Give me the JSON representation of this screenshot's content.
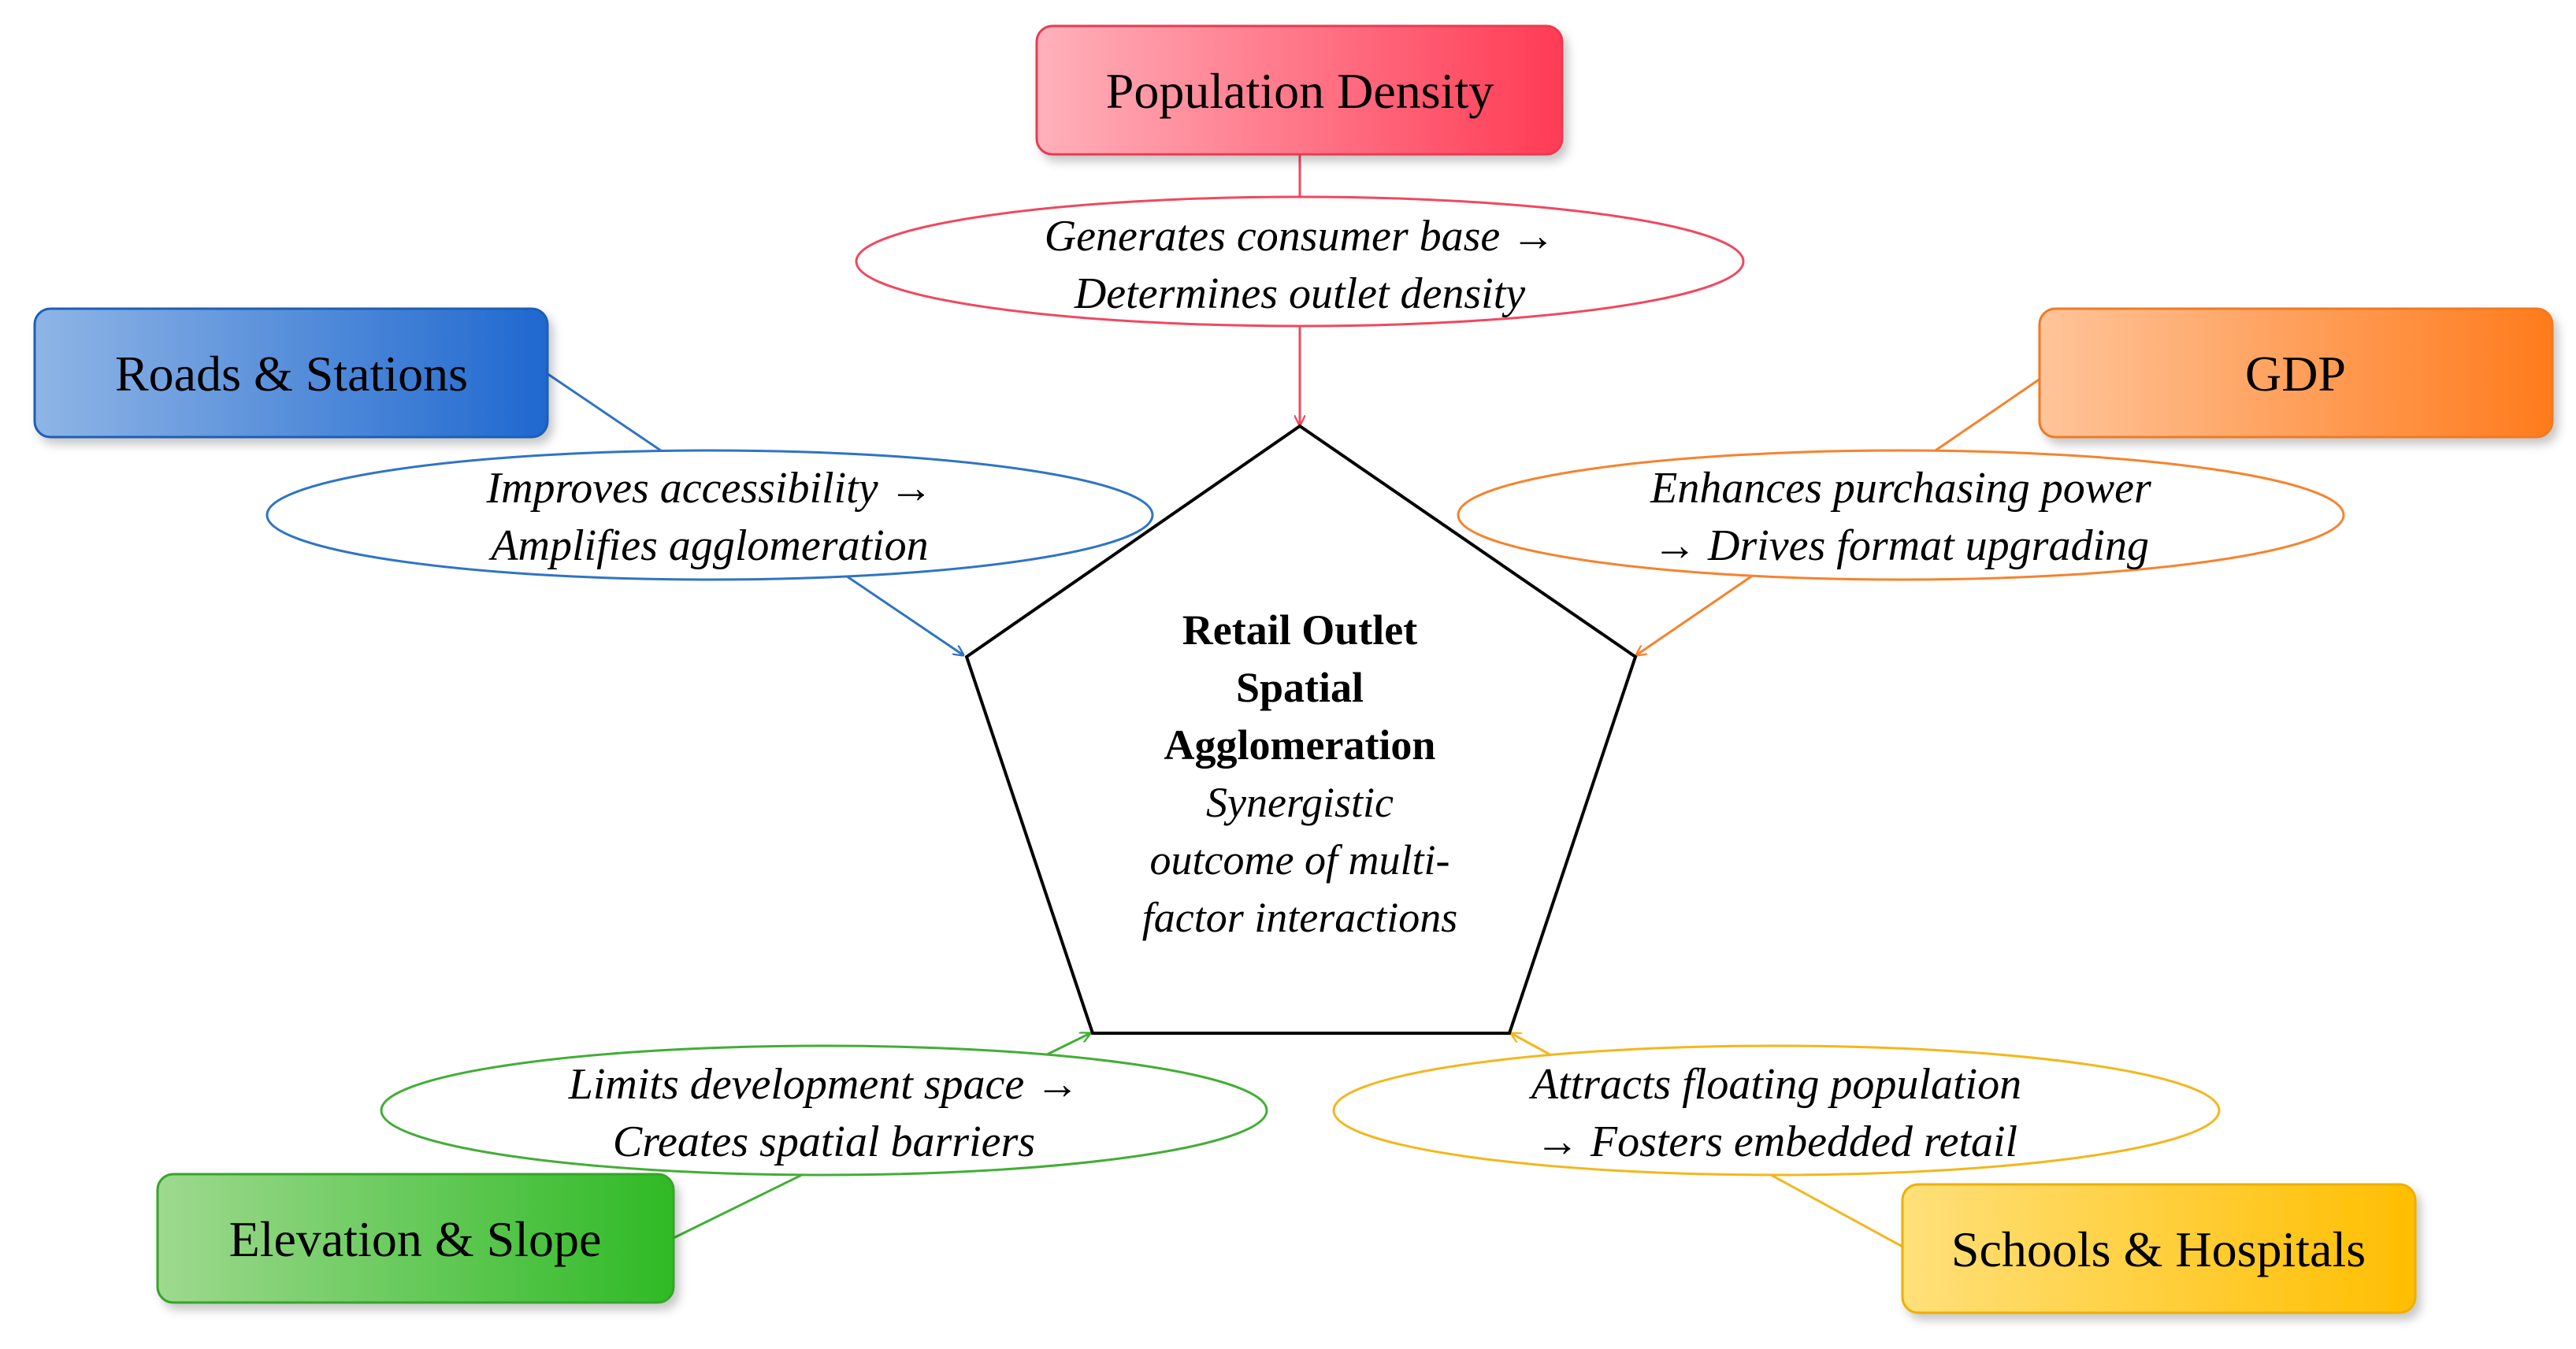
{
  "center": {
    "title_lines": [
      "Retail Outlet",
      "Spatial",
      "Agglomeration"
    ],
    "subtitle_lines": [
      "Synergistic",
      "outcome of multi-",
      "factor interactions"
    ]
  },
  "factors": {
    "population_density": {
      "label": "Population Density",
      "relation": [
        "Generates consumer base →",
        "Determines outlet density"
      ],
      "color": "#f0485f",
      "gradient": [
        "#ffb1bb",
        "#ff3b55"
      ]
    },
    "roads_stations": {
      "label": "Roads & Stations",
      "relation": [
        "Improves accessibility →",
        "Amplifies agglomeration"
      ],
      "color": "#2f74c5",
      "gradient": [
        "#8fb5e6",
        "#1f68cf"
      ]
    },
    "gdp": {
      "label": "GDP",
      "relation": [
        "Enhances purchasing power",
        "→ Drives format upgrading"
      ],
      "color": "#f7822d",
      "gradient": [
        "#ffc49a",
        "#ff7b1c"
      ]
    },
    "elevation_slope": {
      "label": "Elevation & Slope",
      "relation": [
        "Limits development space →",
        "Creates spatial barriers"
      ],
      "color": "#42ae35",
      "gradient": [
        "#9ed98f",
        "#2fba25"
      ]
    },
    "schools_hospitals": {
      "label": "Schools & Hospitals",
      "relation": [
        "Attracts floating population",
        "→ Fosters embedded retail"
      ],
      "color": "#f3b71c",
      "gradient": [
        "#ffe07a",
        "#ffbe00"
      ]
    }
  }
}
